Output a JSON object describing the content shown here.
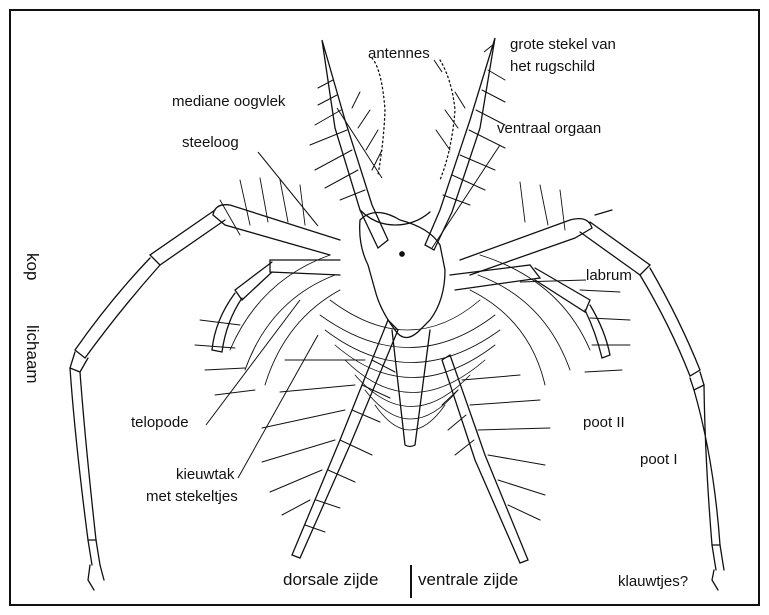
{
  "labels": {
    "antennes": "antennes",
    "grote_stekel": "grote stekel van",
    "grote_stekel_2": "het rugschild",
    "mediane_oogvlek": "mediane oogvlek",
    "ventraal_orgaan": "ventraal orgaan",
    "steeloog": "steeloog",
    "labrum": "labrum",
    "telopode": "telopode",
    "poot_ii": "poot II",
    "kieuwtak": "kieuwtak",
    "kieuwtak_2": "met stekeltjes",
    "poot_i": "poot I",
    "klauwtjes": "klauwtjes?",
    "dorsale_zijde": "dorsale zijde",
    "ventrale_zijde": "ventrale zijde",
    "kop": "kop",
    "lichaam": "lichaam"
  },
  "colors": {
    "ink": "#111111",
    "background": "#ffffff"
  }
}
